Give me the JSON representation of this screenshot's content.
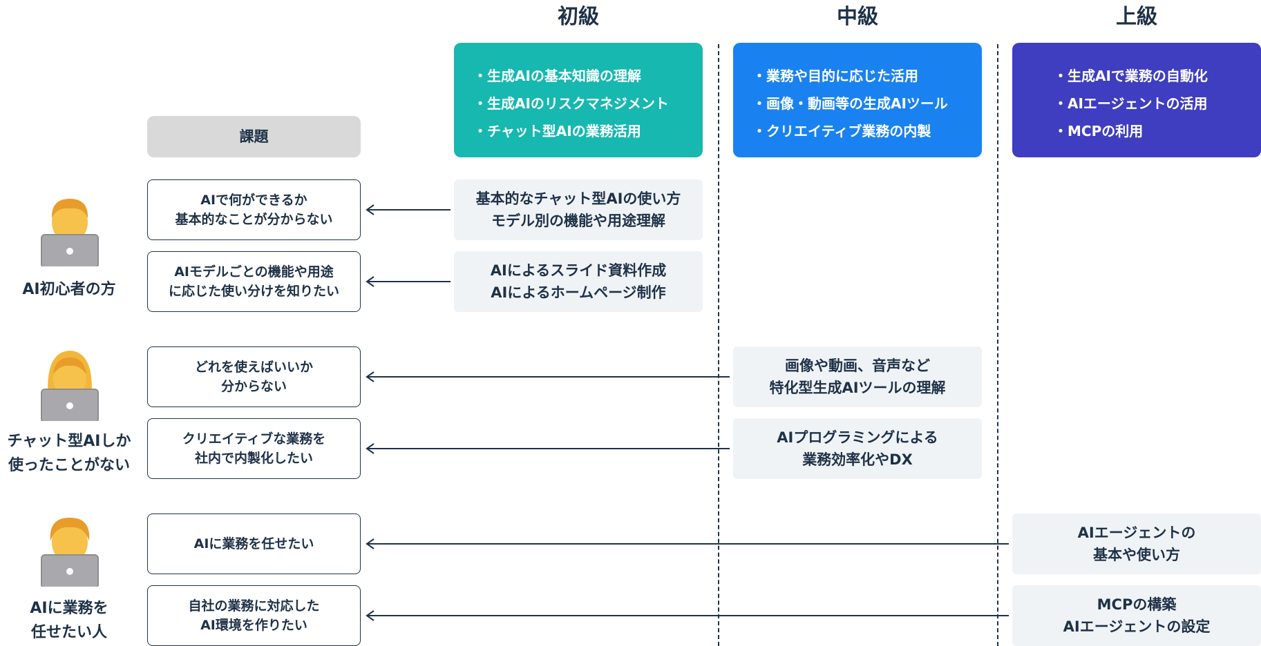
{
  "columns": [
    {
      "title": "初級",
      "color": "#17b8b0",
      "items": [
        "生成AIの基本知識の理解",
        "生成AIのリスクマネジメント",
        "チャット型AIの業務活用"
      ]
    },
    {
      "title": "中級",
      "color": "#1a82f0",
      "items": [
        "業務や目的に応じた活用",
        "画像・動画等の生成AIツール",
        "クリエイティブ業務の内製"
      ]
    },
    {
      "title": "上級",
      "color": "#3f3ec0",
      "items": [
        "生成AIで業務の自動化",
        "AIエージェントの活用",
        "MCPの利用"
      ]
    }
  ],
  "kadai_header": "課題",
  "personas": [
    {
      "label": "AI初心者の方",
      "hair": "#f2b63a"
    },
    {
      "label": "チャット型AIしか\n使ったことがない",
      "hair": "#f2b63a"
    },
    {
      "label": "AIに業務を\n任せたい人",
      "hair": "#f2b63a"
    }
  ],
  "issues": [
    "AIで何ができるか\n基本的なことが分からない",
    "AIモデルごとの機能や用途\nに応じた使い分けを知りたい",
    "どれを使えばいいか\n分からない",
    "クリエイティブな業務を\n社内で内製化したい",
    "AIに業務を任せたい",
    "自社の業務に対応した\nAI環境を作りたい"
  ],
  "courses": [
    "基本的なチャット型AIの使い方\nモデル別の機能や用途理解",
    "AIによるスライド資料作成\nAIによるホームページ制作",
    "画像や動画、音声など\n特化型生成AIツールの理解",
    "AIプログラミングによる\n業務効率化やDX",
    "AIエージェントの\n基本や使い方",
    "MCPの構築\nAIエージェントの設定"
  ]
}
